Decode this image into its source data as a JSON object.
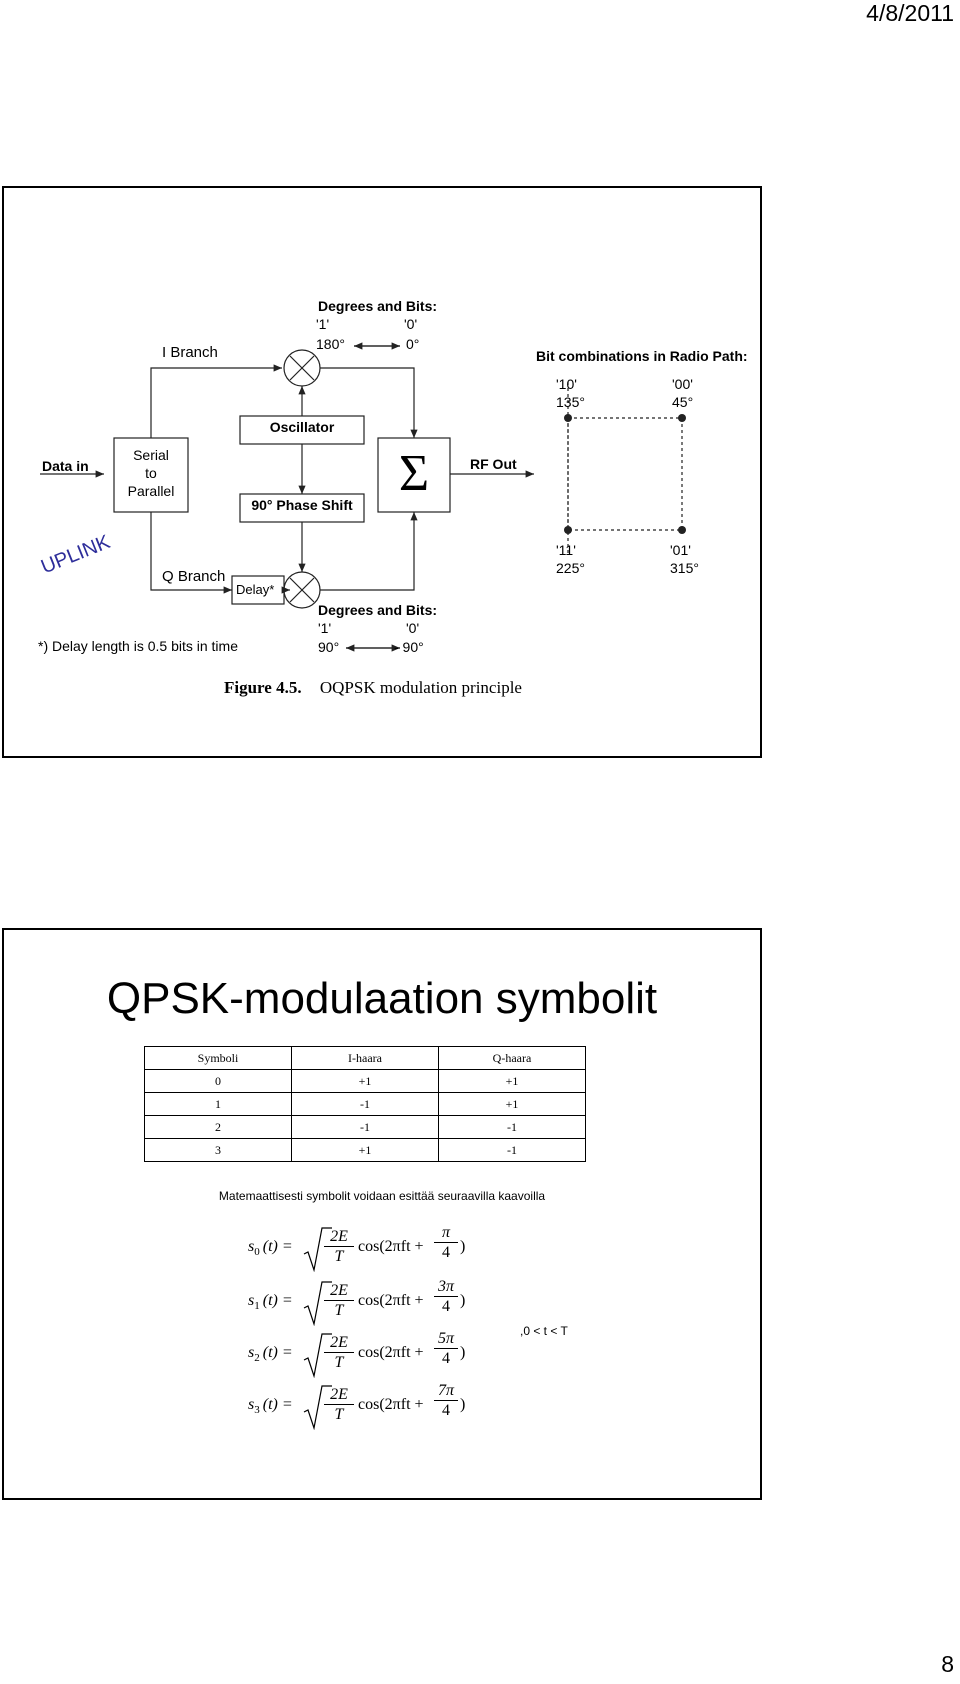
{
  "header": {
    "date": "4/8/2011"
  },
  "footer": {
    "page_number": "8"
  },
  "slide1": {
    "i_branch": "I Branch",
    "q_branch": "Q Branch",
    "degrees_bits_top": "Degrees and Bits:",
    "top_bit1": "'1'",
    "top_bit0": "'0'",
    "top_deg1": "180°",
    "top_deg0": "0°",
    "degrees_bits_bottom": "Degrees and Bits:",
    "bottom_bit1": "'1'",
    "bottom_bit0": "'0'",
    "bottom_deg1": "90°",
    "bottom_deg0": "- 90°",
    "oscillator": "Oscillator",
    "phase_shift": "90° Phase Shift",
    "data_in": "Data in",
    "serial_1": "Serial",
    "serial_2": "to",
    "serial_3": "Parallel",
    "sigma": "Σ",
    "rf_out": "RF Out",
    "delay": "Delay*",
    "uplink": "UPLINK",
    "footnote": "*) Delay length is 0.5 bits in time",
    "bit_combinations_title": "Bit combinations in Radio Path:",
    "c10_bits": "'10'",
    "c10_deg": "135°",
    "c00_bits": "'00'",
    "c00_deg": "45°",
    "c11_bits": "'11'",
    "c11_deg": "225°",
    "c01_bits": "'01'",
    "c01_deg": "315°",
    "figure_label": "Figure 4.5.",
    "figure_caption": "OQPSK modulation principle"
  },
  "slide2": {
    "title": "QPSK-modulaation symbolit",
    "table_headers": [
      "Symboli",
      "I-haara",
      "Q-haara"
    ],
    "table_rows": [
      [
        "0",
        "+1",
        "+1"
      ],
      [
        "1",
        "-1",
        "+1"
      ],
      [
        "2",
        "-1",
        "-1"
      ],
      [
        "3",
        "+1",
        "-1"
      ]
    ],
    "caption": "Matemaattisesti symbolit voidaan esittää seuraavilla kaavoilla",
    "equations": [
      {
        "s": "s",
        "sub": "0",
        "lhs": "(t) =",
        "frac_num": "2E",
        "frac_den": "T",
        "cos": "cos(2πft +",
        "phase_num": "π",
        "phase_den": "4",
        "close": ")"
      },
      {
        "s": "s",
        "sub": "1",
        "lhs": "(t) =",
        "frac_num": "2E",
        "frac_den": "T",
        "cos": "cos(2πft +",
        "phase_num": "3π",
        "phase_den": "4",
        "close": ")"
      },
      {
        "s": "s",
        "sub": "2",
        "lhs": "(t) =",
        "frac_num": "2E",
        "frac_den": "T",
        "cos": "cos(2πft +",
        "phase_num": "5π",
        "phase_den": "4",
        "close": ")"
      },
      {
        "s": "s",
        "sub": "3",
        "lhs": "(t) =",
        "frac_num": "2E",
        "frac_den": "T",
        "cos": "cos(2πft +",
        "phase_num": "7π",
        "phase_den": "4",
        "close": ")"
      }
    ],
    "range": ",0 < t < T"
  }
}
